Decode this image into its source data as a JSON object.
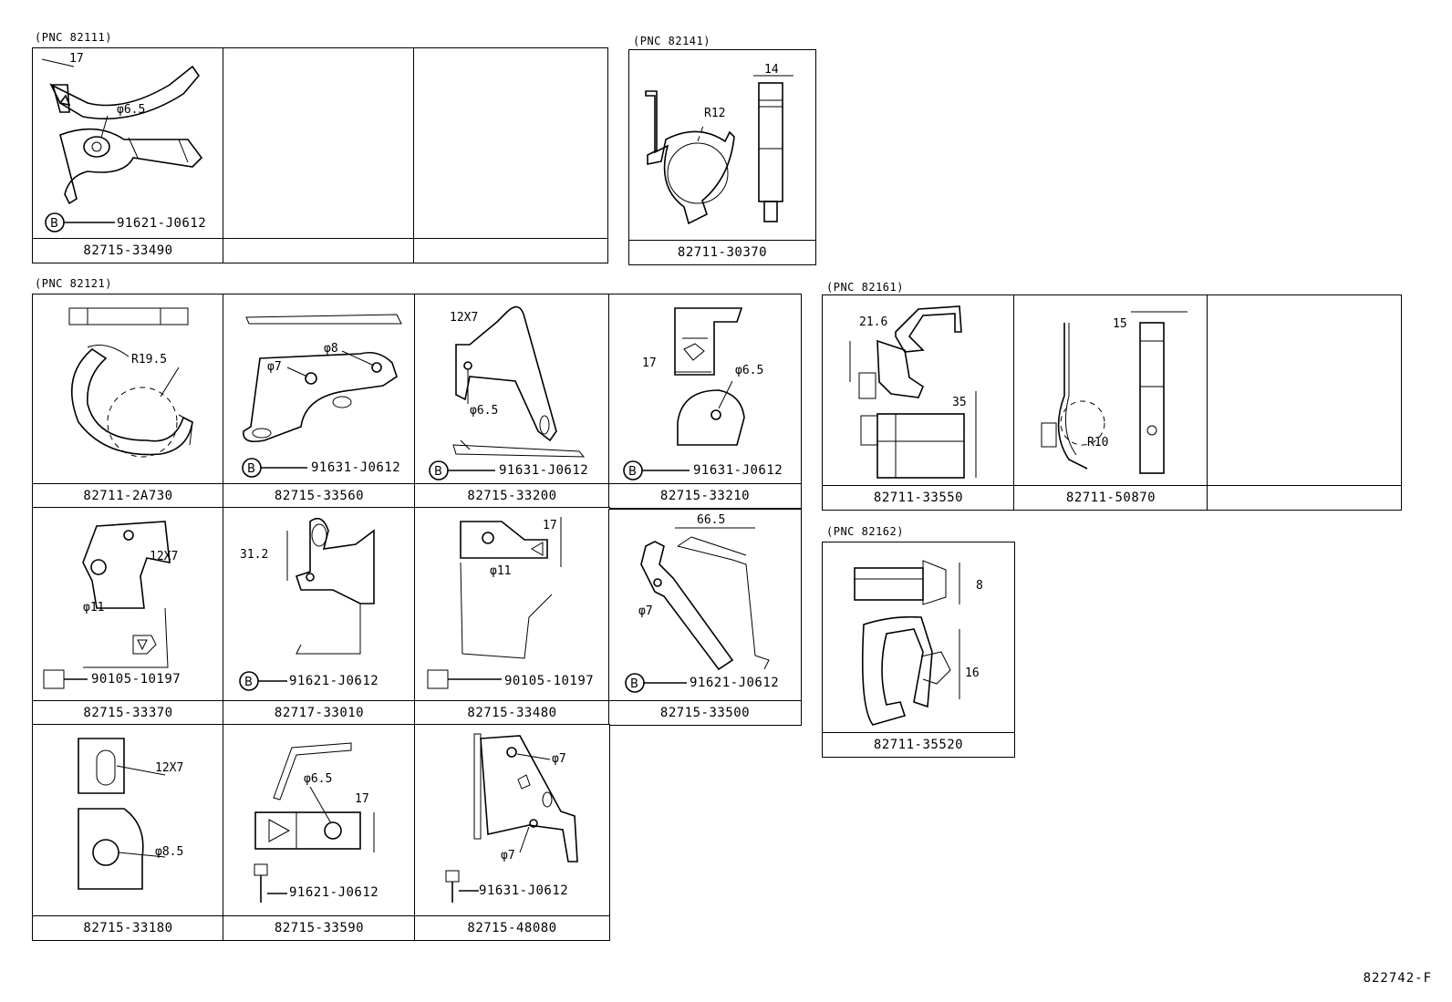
{
  "diagram_ref": "822742-F",
  "groups": [
    {
      "id": "g1",
      "pnc": "(PNC 82111)"
    },
    {
      "id": "g2",
      "pnc": "(PNC 82141)"
    },
    {
      "id": "g3",
      "pnc": "(PNC 82121)"
    },
    {
      "id": "g4",
      "pnc": "(PNC 82161)"
    },
    {
      "id": "g5",
      "pnc": "(PNC 82162)"
    }
  ],
  "cells": {
    "c_33490": {
      "part_no": "82715-33490",
      "fastener": "91621-J0612",
      "dims": [
        "17",
        "φ6.5"
      ]
    },
    "c_empty1": {
      "part_no": ""
    },
    "c_empty2": {
      "part_no": ""
    },
    "c_30370": {
      "part_no": "82711-30370",
      "dims": [
        "14",
        "R12"
      ]
    },
    "c_2a730": {
      "part_no": "82711-2A730",
      "dims": [
        "R19.5"
      ]
    },
    "c_33560": {
      "part_no": "82715-33560",
      "fastener": "91631-J0612",
      "dims": [
        "φ7",
        "φ8"
      ]
    },
    "c_33200": {
      "part_no": "82715-33200",
      "fastener": "91631-J0612",
      "dims": [
        "12X7",
        "φ6.5"
      ]
    },
    "c_33210": {
      "part_no": "82715-33210",
      "fastener": "91631-J0612",
      "dims": [
        "17",
        "φ6.5"
      ]
    },
    "c_33550": {
      "part_no": "82711-33550",
      "dims": [
        "21.6",
        "35"
      ]
    },
    "c_50870": {
      "part_no": "82711-50870",
      "dims": [
        "15",
        "R10"
      ]
    },
    "c_empty3": {
      "part_no": ""
    },
    "c_33370": {
      "part_no": "82715-33370",
      "fastener": "90105-10197",
      "dims": [
        "12X7",
        "φ11"
      ]
    },
    "c_33010": {
      "part_no": "82717-33010",
      "fastener": "91621-J0612",
      "dims": [
        "31.2"
      ]
    },
    "c_33480": {
      "part_no": "82715-33480",
      "fastener": "90105-10197",
      "dims": [
        "17",
        "φ11"
      ]
    },
    "c_33500": {
      "part_no": "82715-33500",
      "fastener": "91621-J0612",
      "dims": [
        "66.5",
        "φ7"
      ]
    },
    "c_35520": {
      "part_no": "82711-35520",
      "dims": [
        "8",
        "16"
      ]
    },
    "c_33180": {
      "part_no": "82715-33180",
      "dims": [
        "12X7",
        "φ8.5"
      ]
    },
    "c_33590": {
      "part_no": "82715-33590",
      "fastener": "91621-J0612",
      "dims": [
        "φ6.5",
        "17"
      ]
    },
    "c_48080": {
      "part_no": "82715-48080",
      "fastener": "91631-J0612",
      "dims": [
        "φ7",
        "φ7"
      ]
    }
  },
  "icons": {
    "fastener_b": "circled-B-bolt-icon",
    "fastener_flange": "flange-bolt-icon"
  }
}
